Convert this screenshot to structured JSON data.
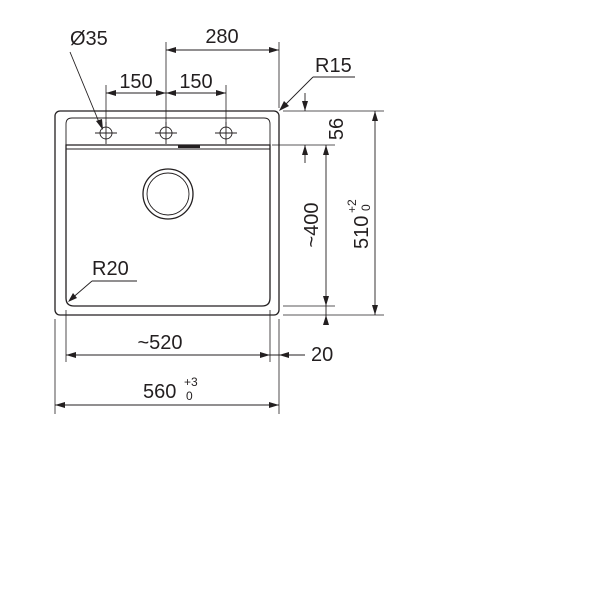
{
  "dimensions": {
    "hole_diameter": "Ø35",
    "hole_span": "280",
    "hole_spacing_left": "150",
    "hole_spacing_right": "150",
    "corner_radius_outer": "R15",
    "deck_depth": "56",
    "bowl_depth": "~400",
    "overall_depth": "510",
    "overall_depth_tol_upper": "+2",
    "overall_depth_tol_lower": "0",
    "corner_radius_bowl": "R20",
    "bowl_width": "~520",
    "bottom_margin": "20",
    "overall_width": "560",
    "overall_width_tol_upper": "+3",
    "overall_width_tol_lower": "0"
  },
  "colors": {
    "ink": "#231f20",
    "background": "#ffffff"
  }
}
